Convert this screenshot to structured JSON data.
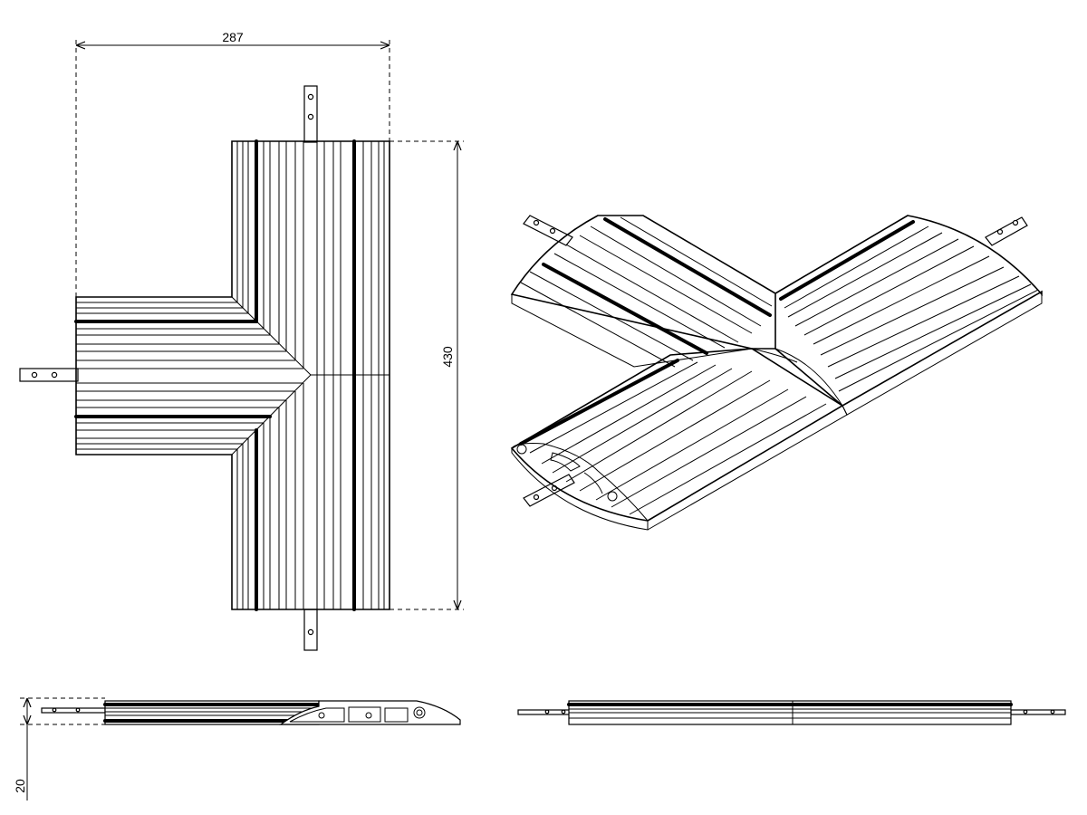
{
  "drawing": {
    "dimensions": {
      "width_top": "287",
      "length_right": "430",
      "height_side": "20"
    }
  }
}
